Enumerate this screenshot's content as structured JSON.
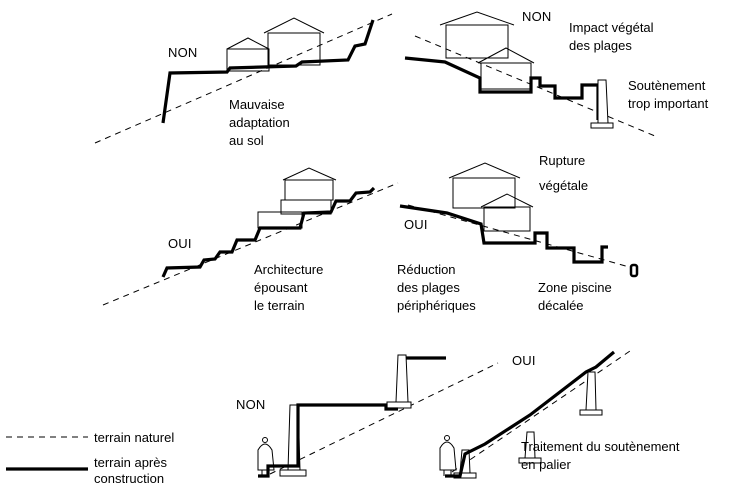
{
  "scenes": {
    "top_left": {
      "verdict": "NON",
      "caption": [
        "Mauvaise",
        "adaptation",
        "au sol"
      ]
    },
    "top_right": {
      "verdict": "NON",
      "caption_1": [
        "Impact végétal",
        "des plages"
      ],
      "caption_2": [
        "Soutènement",
        "trop important"
      ]
    },
    "mid_left": {
      "verdict": "OUI",
      "caption": [
        "Architecture",
        "épousant",
        "le terrain"
      ]
    },
    "mid_right": {
      "verdict": "OUI",
      "caption_1": [
        "Rupture",
        "végétale"
      ],
      "caption_2": [
        "Réduction",
        "des plages",
        "périphériques"
      ],
      "caption_3": [
        "Zone piscine",
        "décalée"
      ]
    },
    "bottom_left": {
      "verdict": "NON"
    },
    "bottom_right": {
      "verdict": "OUI",
      "caption": [
        "Traitement du soutènement",
        "en palier"
      ]
    }
  },
  "legend": {
    "natural_terrain": "terrain naturel",
    "built_terrain": [
      "terrain après",
      "construction"
    ]
  }
}
